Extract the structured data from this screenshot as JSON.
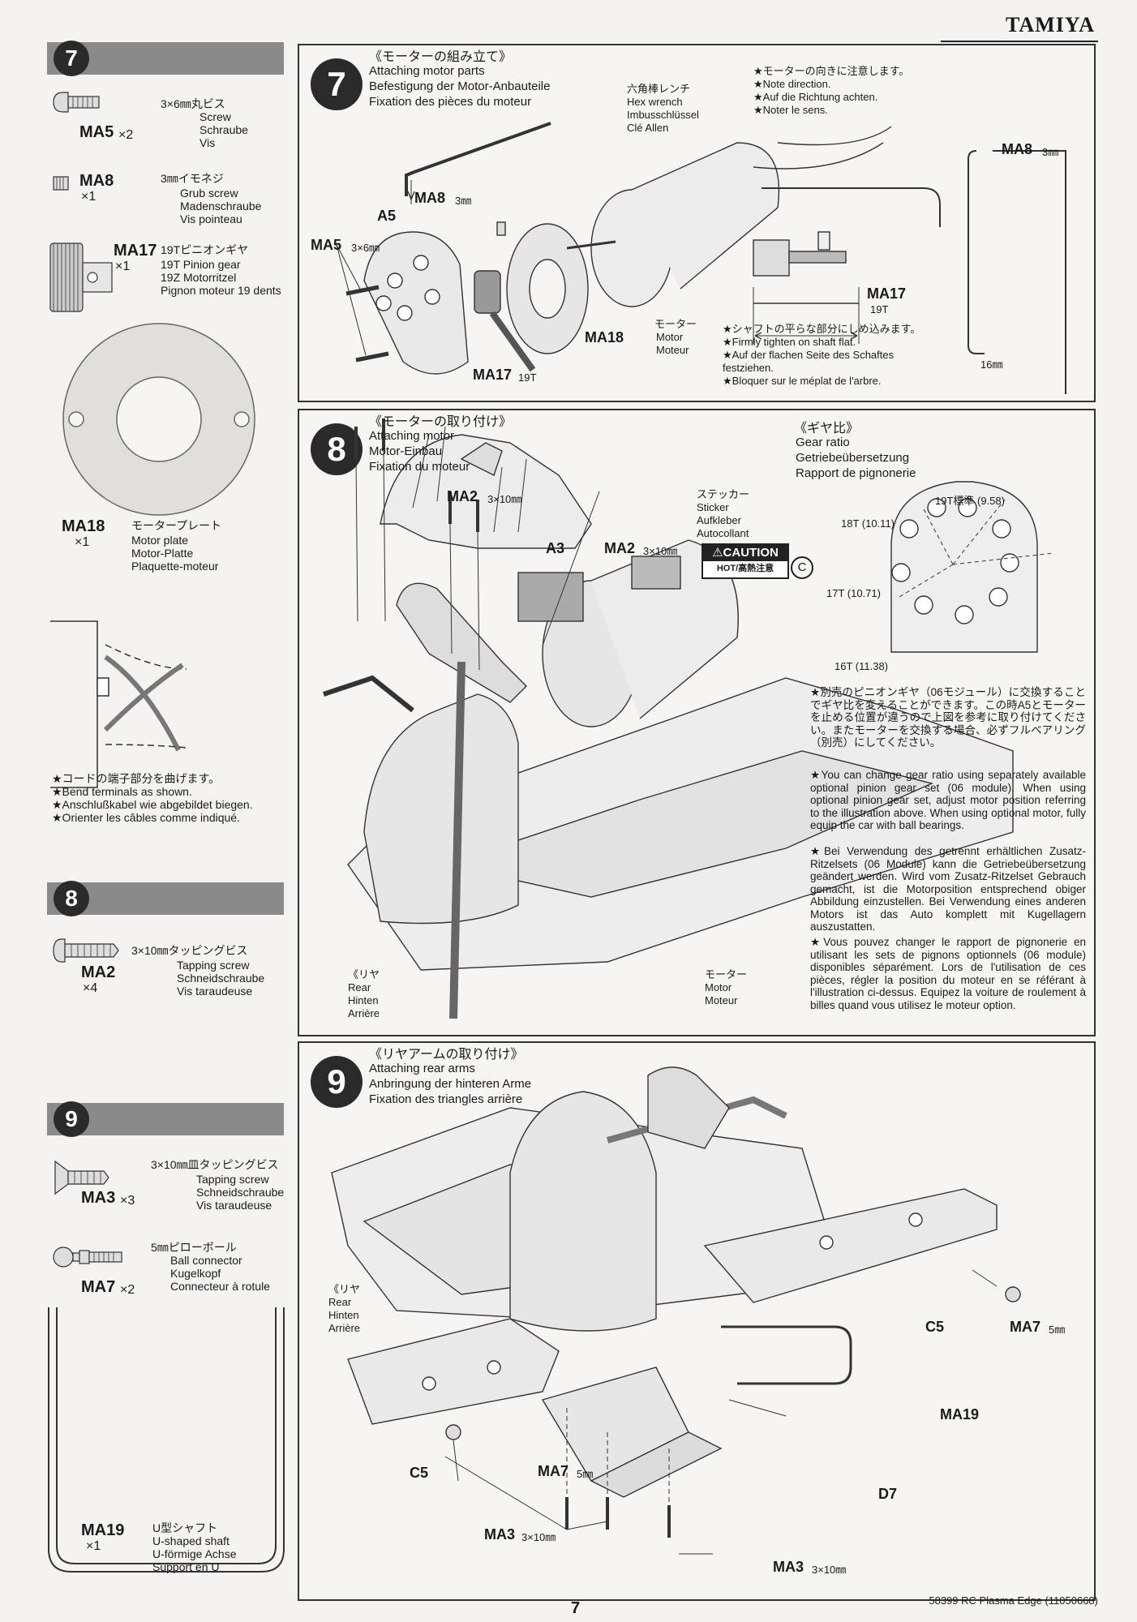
{
  "brand": "TAMIYA",
  "footer": {
    "page": "7",
    "product": "58399 RC Plasma Edge (11050668)"
  },
  "sidebar7": {
    "num": "7",
    "ma5": {
      "code": "MA5",
      "qty": "×2",
      "jp": "3×6㎜丸ビス",
      "en": "Screw",
      "de": "Schraube",
      "fr": "Vis"
    },
    "ma8": {
      "code": "MA8",
      "qty": "×1",
      "jp": "3㎜イモネジ",
      "en": "Grub screw",
      "de": "Madenschraube",
      "fr": "Vis pointeau"
    },
    "ma17": {
      "code": "MA17",
      "qty": "×1",
      "jp": "19Tピニオンギヤ",
      "en": "19T Pinion gear",
      "de": "19Z Motorritzel",
      "fr": "Pignon moteur 19 dents"
    },
    "ma18": {
      "code": "MA18",
      "qty": "×1",
      "jp": "モータープレート",
      "en": "Motor plate",
      "de": "Motor-Platte",
      "fr": "Plaquette-moteur"
    },
    "bend": {
      "jp": "★コードの端子部分を曲げます。",
      "en": "★Bend terminals as shown.",
      "de": "★Anschlußkabel wie abgebildet biegen.",
      "fr": "★Orienter les câbles comme indiqué."
    }
  },
  "sidebar8": {
    "num": "8",
    "ma2": {
      "code": "MA2",
      "qty": "×4",
      "jp": "3×10㎜タッピングビス",
      "en": "Tapping screw",
      "de": "Schneidschraube",
      "fr": "Vis taraudeuse"
    }
  },
  "sidebar9": {
    "num": "9",
    "ma3": {
      "code": "MA3",
      "qty": "×3",
      "jp": "3×10㎜皿タッピングビス",
      "en": "Tapping screw",
      "de": "Schneidschraube",
      "fr": "Vis taraudeuse"
    },
    "ma7": {
      "code": "MA7",
      "qty": "×2",
      "jp": "5㎜ピローボール",
      "en": "Ball connector",
      "de": "Kugelkopf",
      "fr": "Connecteur à rotule"
    },
    "ma19": {
      "code": "MA19",
      "qty": "×1",
      "jp": "U型シャフト",
      "en": "U-shaped shaft",
      "de": "U-förmige Achse",
      "fr": "Support en U"
    }
  },
  "step7": {
    "num": "7",
    "jp": "《モーターの組み立て》",
    "en": "Attaching motor parts",
    "de": "Befestigung der Motor-Anbauteile",
    "fr": "Fixation des pièces du moteur",
    "wrench": {
      "jp": "六角棒レンチ",
      "en": "Hex wrench",
      "de": "Imbusschlüssel",
      "fr": "Clé Allen"
    },
    "direction": {
      "jp": "★モーターの向きに注意します。",
      "en": "★Note direction.",
      "de": "★Auf die Richtung achten.",
      "fr": "★Noter le sens."
    },
    "motor": {
      "jp": "モーター",
      "en": "Motor",
      "fr": "Moteur"
    },
    "shaft": {
      "jp": "★シャフトの平らな部分にしめ込みます。",
      "en": "★Firmly tighten on shaft flat.",
      "de1": "★Auf der flachen Seite des Schaftes",
      "de2": "festziehen.",
      "fr": "★Bloquer sur le méplat de l'arbre."
    },
    "labels": {
      "ma8": "MA8",
      "mm3": "3㎜",
      "a5": "A5",
      "ma5": "MA5",
      "ma5size": "3×6㎜",
      "ma18": "MA18",
      "ma17": "MA17",
      "t19": "19T",
      "ma8r": "MA8",
      "ma17r": "MA17",
      "t19r": "19T",
      "dim": "16㎜"
    }
  },
  "step8": {
    "num": "8",
    "jp": "《モーターの取り付け》",
    "en": "Attaching motor",
    "de": "Motor-Einbau",
    "fr": "Fixation du moteur",
    "labels": {
      "ma2a": "MA2",
      "ma2b": "MA2",
      "size": "3×10㎜",
      "a3": "A3"
    },
    "sticker": {
      "jp": "ステッカー",
      "en": "Sticker",
      "de": "Aufkleber",
      "fr": "Autocollant",
      "caution": "⚠CAUTION",
      "hot": "HOT/高熱注意",
      "c": "C"
    },
    "rear": {
      "jp": "《リヤ",
      "en": "Rear",
      "de": "Hinten",
      "fr": "Arrière"
    },
    "motor": {
      "jp": "モーター",
      "en": "Motor",
      "fr": "Moteur"
    },
    "gear": {
      "jp": "《ギヤ比》",
      "en": "Gear ratio",
      "de": "Getriebeübersetzung",
      "fr": "Rapport de pignonerie",
      "t19": "19T標準 (9.58)",
      "t18": "18T (10.11)",
      "t17": "17T (10.71)",
      "t16": "16T (11.38)"
    },
    "note_jp": "★別売のピニオンギヤ（06モジュール）に交換することでギヤ比を変えることができます。この時A5とモーターを止める位置が違うので上図を参考に取り付けてください。またモーターを交換する場合、必ずフルベアリング（別売）にしてください。",
    "note_en": "★You can change gear ratio using separately available optional pinion gear set (06 module). When using optional pinion gear set, adjust motor position referring to the illustration above. When using optional motor, fully equip the car with ball bearings.",
    "note_de": "★Bei Verwendung des getrennt erhältlichen Zusatz-Ritzelsets (06 Module) kann die Getriebeübersetzung geändert werden. Wird vom Zusatz-Ritzelset Gebrauch gemacht, ist die Motorposition entsprechend obiger Abbildung einzustellen. Bei Verwendung eines anderen Motors ist das Auto komplett mit Kugellagern auszustatten.",
    "note_fr": "★Vous pouvez changer le rapport de pignonerie en utilisant les sets de pignons optionnels (06 module) disponibles séparément. Lors de l'utilisation de ces pièces, régler la position du moteur en se référant à l'illustration ci-dessus. Equipez la voiture de roulement à billes quand vous utilisez le moteur option."
  },
  "step9": {
    "num": "9",
    "jp": "《リヤアームの取り付け》",
    "en": "Attaching rear arms",
    "de": "Anbringung der hinteren Arme",
    "fr": "Fixation des triangles arrière",
    "rear": {
      "jp": "《リヤ",
      "en": "Rear",
      "de": "Hinten",
      "fr": "Arrière"
    },
    "labels": {
      "c5a": "C5",
      "c5b": "C5",
      "ma7a": "MA7",
      "ma7b": "MA7",
      "mm5": "5㎜",
      "ma19": "MA19",
      "d7": "D7",
      "ma3a": "MA3",
      "ma3b": "MA3",
      "size": "3×10㎜"
    }
  }
}
